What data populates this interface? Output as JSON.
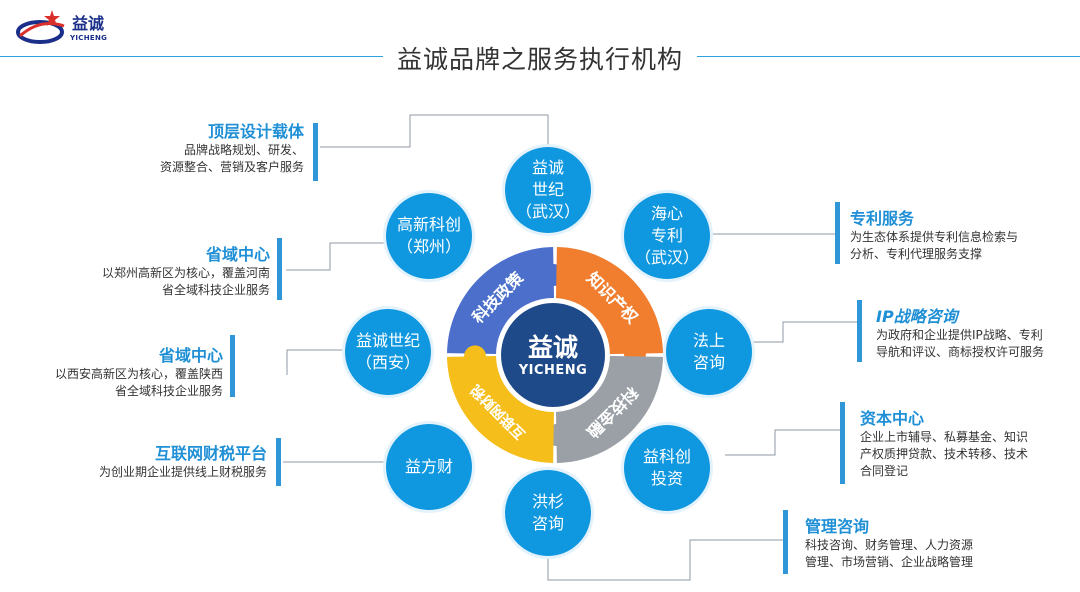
{
  "logo": {
    "cn": "益诚",
    "en": "YICHENG"
  },
  "title": "益诚品牌之服务执行机构",
  "center": {
    "cn": "益诚",
    "en": "YICHENG"
  },
  "puzzle": [
    {
      "label": "科技政策",
      "color": "#4b6fca"
    },
    {
      "label": "知识产权",
      "color": "#f07e2e"
    },
    {
      "label": "科技金融",
      "color": "#9aa0a6"
    },
    {
      "label": "互联网财税",
      "color": "#f6be1b"
    }
  ],
  "nodes": [
    {
      "lines": [
        "益诚",
        "世纪",
        "（武汉）"
      ]
    },
    {
      "lines": [
        "海心",
        "专利",
        "（武汉）"
      ]
    },
    {
      "lines": [
        "法上",
        "咨询"
      ]
    },
    {
      "lines": [
        "益科创",
        "投资"
      ]
    },
    {
      "lines": [
        "洪杉",
        "咨询"
      ]
    },
    {
      "lines": [
        "益方财"
      ]
    },
    {
      "lines": [
        "益诚世纪",
        "（西安）"
      ]
    },
    {
      "lines": [
        "高新科创",
        "（郑州）"
      ]
    }
  ],
  "left_labels": [
    {
      "head": "顶层设计载体",
      "desc": [
        "品牌战略规划、研发、",
        "资源整合、营销及客户服务"
      ]
    },
    {
      "head": "省域中心",
      "desc": [
        "以郑州高新区为核心，覆盖河南",
        "省全域科技企业服务"
      ]
    },
    {
      "head": "省域中心",
      "desc": [
        "以西安高新区为核心，覆盖陕西",
        "省全域科技企业服务"
      ]
    },
    {
      "head": "互联网财税平台",
      "desc": [
        "为创业期企业提供线上财税服务"
      ]
    }
  ],
  "right_labels": [
    {
      "head": "专利服务",
      "desc": [
        "为生态体系提供专利信息检索与",
        "分析、专利代理服务支撑"
      ]
    },
    {
      "head": "IP战略咨询",
      "desc": [
        "为政府和企业提供IP战略、专利",
        "导航和评议、商标授权许可服务"
      ]
    },
    {
      "head": "资本中心",
      "desc": [
        "企业上市辅导、私募基金、知识",
        "产权质押贷款、技术转移、技术",
        "合同登记"
      ]
    },
    {
      "head": "管理咨询",
      "desc": [
        "科技咨询、财务管理、人力资源",
        "管理、市场营销、企业战略管理"
      ]
    }
  ]
}
